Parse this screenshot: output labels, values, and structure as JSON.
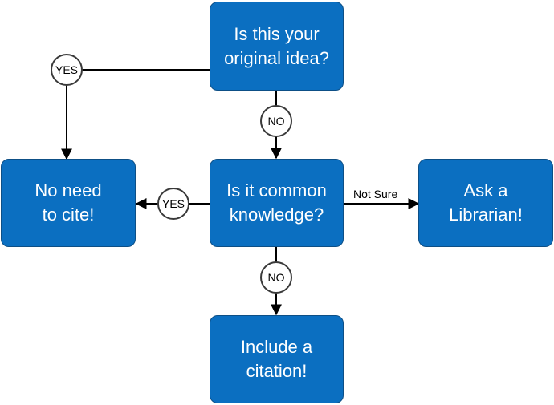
{
  "colors": {
    "box_fill": "#0b6fc1",
    "box_border": "#0d4f86",
    "box_text": "#ffffff",
    "connector": "#000000",
    "badge_border": "#3a3a3a",
    "badge_fill": "#ffffff"
  },
  "nodes": {
    "original_idea": {
      "line1": "Is this your",
      "line2": "original idea?"
    },
    "common_knowledge": {
      "line1": "Is it common",
      "line2": "knowledge?"
    },
    "no_need": {
      "line1": "No need",
      "line2": "to cite!"
    },
    "librarian": {
      "line1": "Ask a",
      "line2": "Librarian!"
    },
    "citation": {
      "line1": "Include a",
      "line2": "citation!"
    }
  },
  "edges": {
    "original_yes": "YES",
    "original_no": "NO",
    "common_yes": "YES",
    "common_not_sure": "Not Sure",
    "common_no": "NO"
  }
}
